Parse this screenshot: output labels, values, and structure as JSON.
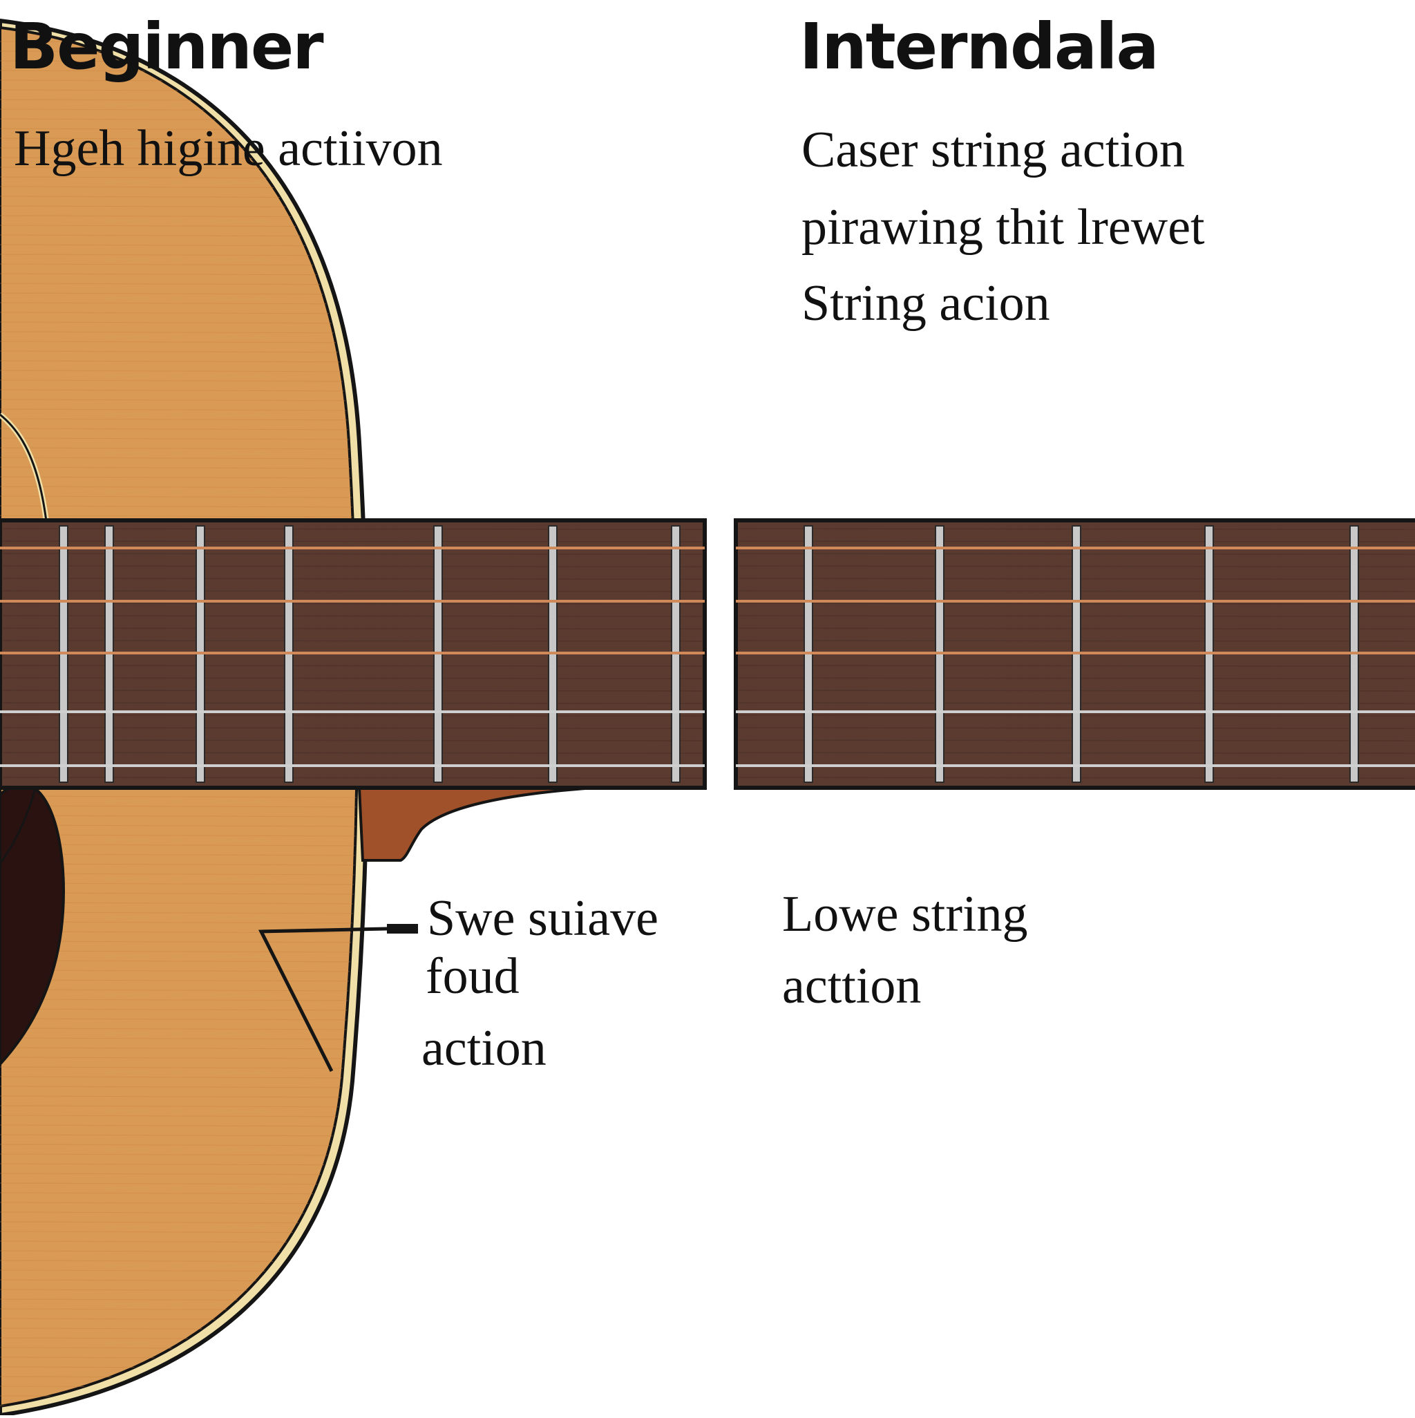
{
  "left_panel": {
    "heading": "Beginner",
    "caption": "Hgeh higine actiivon",
    "callout_lines": [
      "Swe suiave",
      "foud",
      "action"
    ]
  },
  "right_panel": {
    "heading": "Interndala",
    "caption_lines": [
      "Caser string action",
      "pirawing thit lrewet",
      "String acion"
    ],
    "callout_lines": [
      "Lowe string",
      "acttion"
    ]
  },
  "colors": {
    "body_wood": "#d99a55",
    "body_grain": "#c9823f",
    "binding": "#f0e0a8",
    "outline": "#151515",
    "fretboard": "#5b3b30",
    "fret_wire": "#c8c8c8",
    "copper_string": "#d08a5a",
    "steel_string": "#cfcfcf",
    "soundhole": "#2a1210",
    "heel": "#a0512a",
    "text": "#111111"
  }
}
